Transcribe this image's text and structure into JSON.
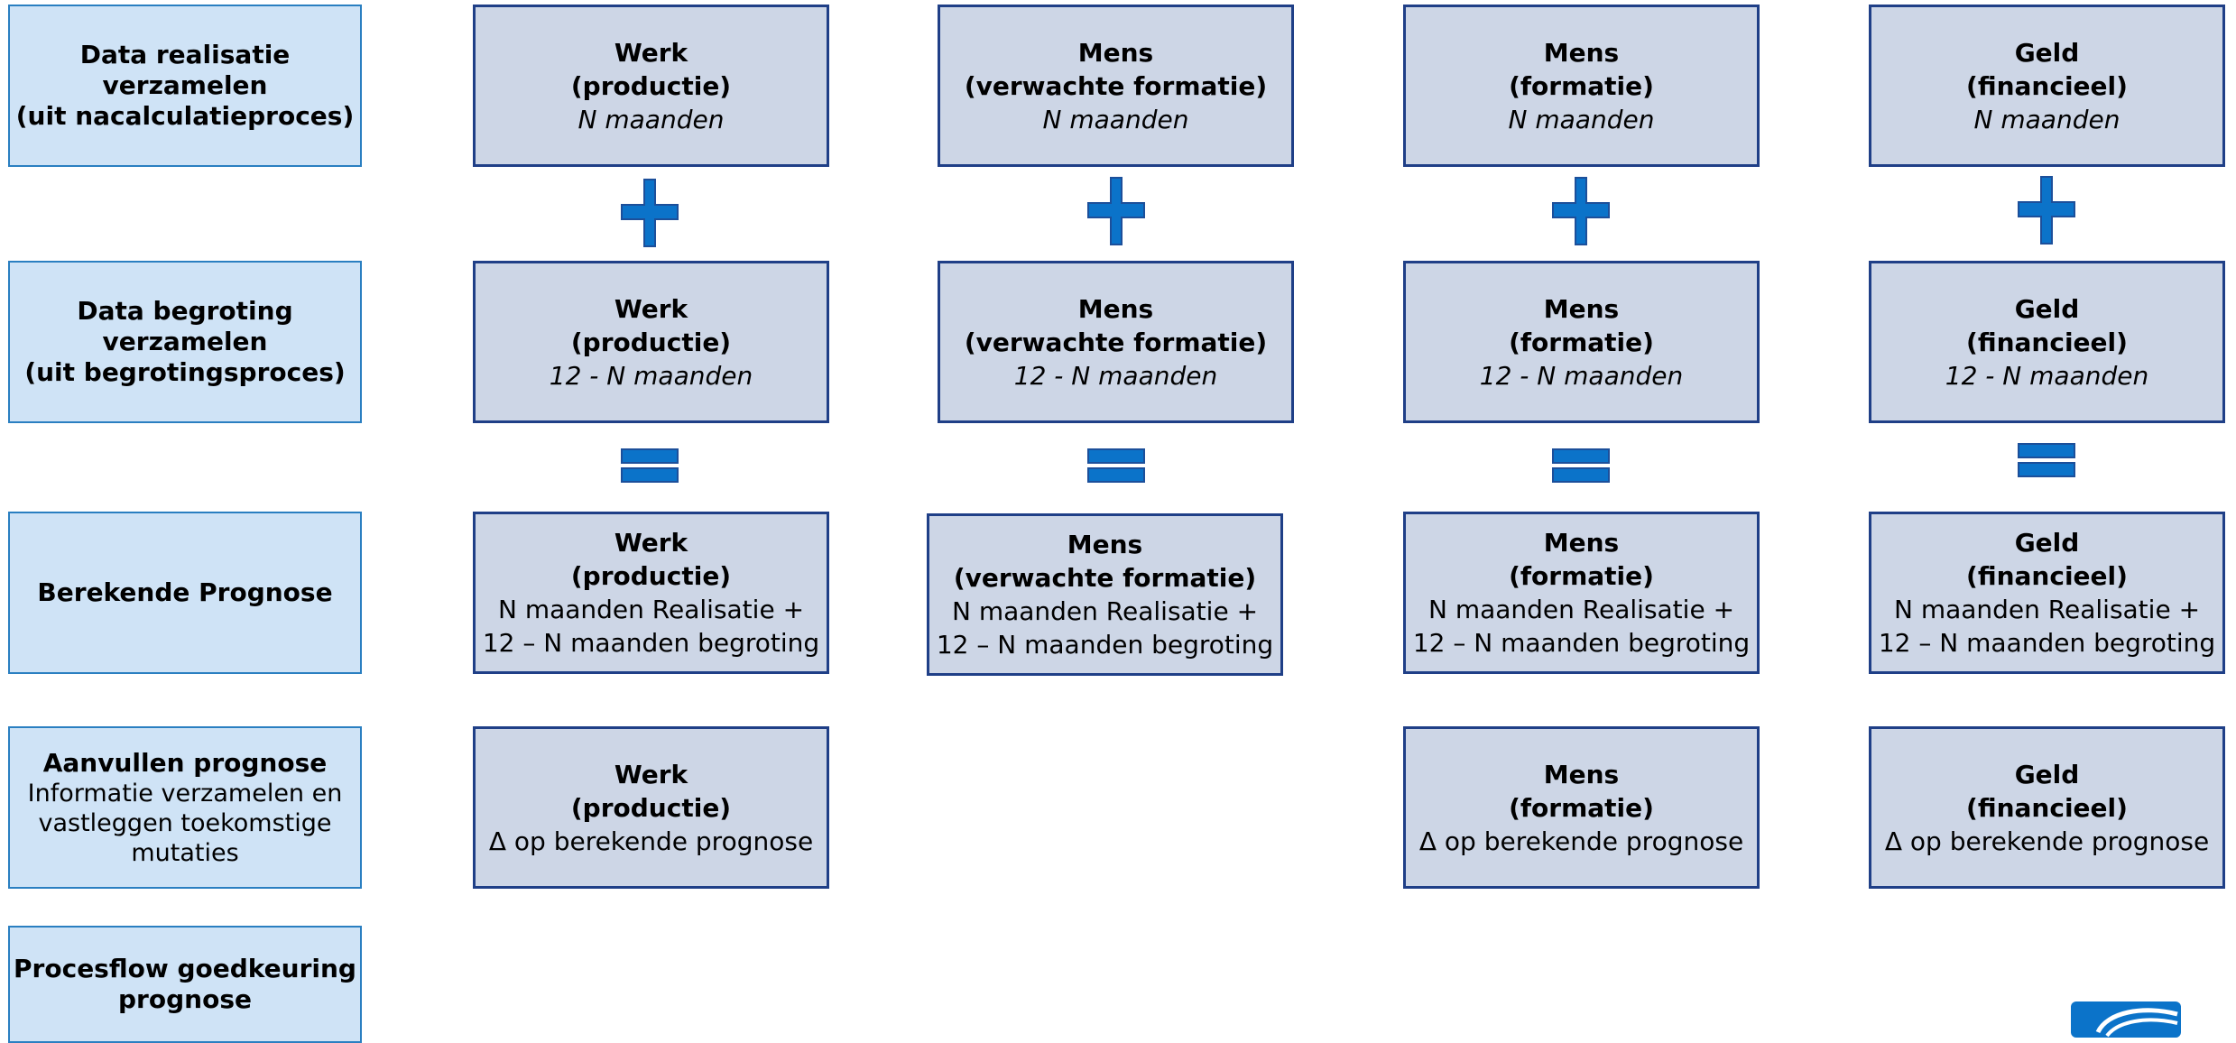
{
  "rows": [
    {
      "label_lines": [
        "Data realisatie",
        "verzamelen",
        "(uit nacalculatieproces)"
      ]
    },
    {
      "label_lines": [
        "Data begroting",
        "verzamelen",
        "(uit begrotingsproces)"
      ]
    },
    {
      "label_lines": [
        "Berekende Prognose"
      ]
    },
    {
      "label_title": "Aanvullen prognose",
      "label_desc": [
        "Informatie verzamelen en",
        "vastleggen toekomstige",
        "mutaties"
      ]
    },
    {
      "label_lines": [
        "Procesflow goedkeuring",
        "prognose"
      ]
    }
  ],
  "columns": [
    {
      "title": "Werk",
      "subtitle": "(productie)"
    },
    {
      "title": "Mens",
      "subtitle": "(verwachte formatie)"
    },
    {
      "title": "Mens",
      "subtitle": "(formatie)"
    },
    {
      "title": "Geld",
      "subtitle": "(financieel)"
    }
  ],
  "texts": {
    "realisatie": "N maanden",
    "begroting": "12 - N maanden",
    "prognose_line1": "N maanden Realisatie +",
    "prognose_line2": "12 – N maanden begroting",
    "delta": "Δ op berekende prognose"
  },
  "colors": {
    "label_fill": "#cfe3f6",
    "label_border": "#2a7fc1",
    "cell_fill": "#cdd6e6",
    "cell_border": "#1f3f87",
    "operator_fill": "#0b73c9",
    "operator_border": "#1c4f9a"
  },
  "operators": {
    "plus_icon": "plus-icon",
    "equals_icon": "equals-icon"
  }
}
